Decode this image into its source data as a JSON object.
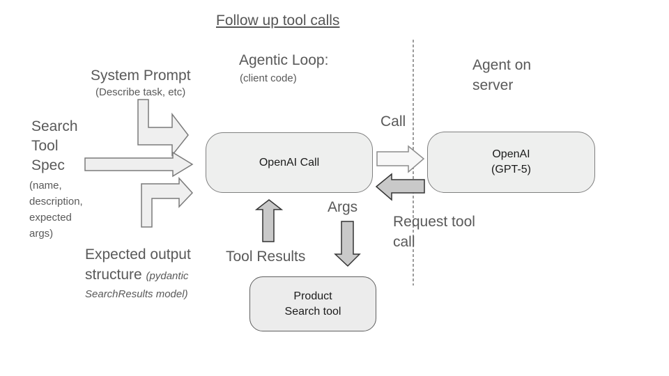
{
  "title": "Follow up tool calls",
  "sections": {
    "client": {
      "heading": "Agentic Loop:",
      "subheading": "(client code)"
    },
    "server": {
      "heading": "Agent on server"
    }
  },
  "inputs": {
    "system_prompt": {
      "label": "System Prompt",
      "note": "(Describe task, etc)"
    },
    "search_tool_spec": {
      "label": "Search Tool Spec",
      "note": "(name, description, expected args)"
    },
    "expected_output": {
      "label": "Expected output structure ",
      "note": "(pydantic SearchResults model)"
    }
  },
  "nodes": {
    "openai_call": {
      "label": "OpenAI Call"
    },
    "openai_gpt5": {
      "lines": [
        "OpenAI",
        "(GPT-5)"
      ]
    },
    "product_search_tool": {
      "lines": [
        "Product",
        "Search tool"
      ]
    }
  },
  "edges": {
    "call": "Call",
    "request_tool_call": "Request tool call",
    "args": "Args",
    "tool_results": "Tool Results"
  },
  "colors": {
    "background": "#ffffff",
    "light_arrow_fill": "#efefef",
    "call_arrow_fill": "#f7f7f7",
    "dark_arrow_fill": "#c9c9c9",
    "box_fill": "#eeefee",
    "box_border": "#7f7f7f",
    "label_text": "#595959",
    "box_text": "#1a1a1a"
  }
}
